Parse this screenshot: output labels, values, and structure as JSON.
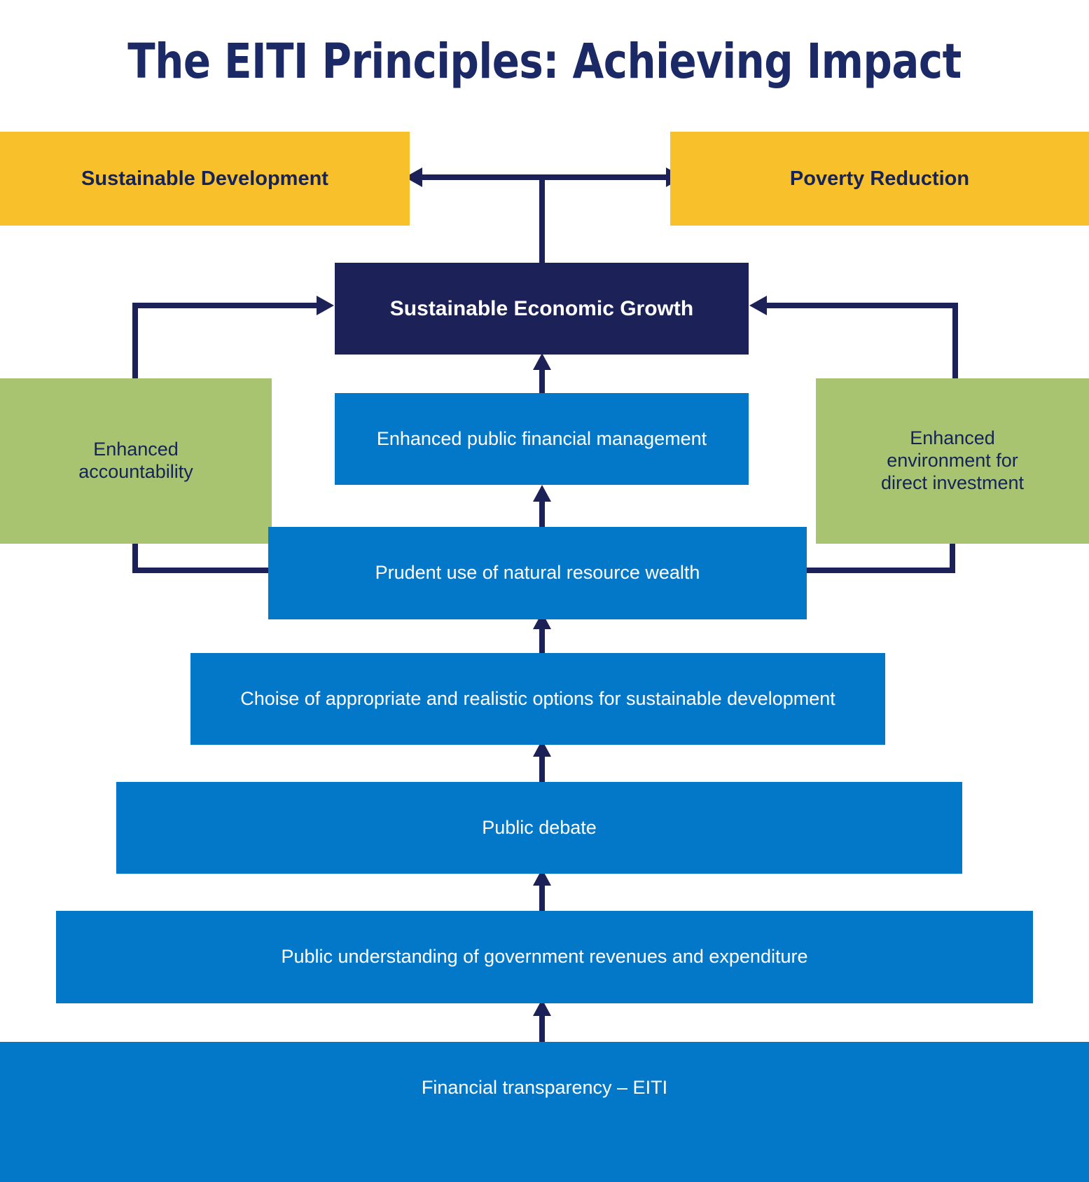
{
  "page": {
    "title": "The EITI Principles: Achieving Impact",
    "background": "#FFFFFF"
  },
  "colors": {
    "navy": "#1C2257",
    "title_navy": "#1B2A66",
    "yellow": "#F8C12C",
    "green": "#A8C470",
    "blue": "#0478C8",
    "white": "#FFFFFF"
  },
  "diagram": {
    "type": "flow-pyramid",
    "outcomes": [
      {
        "id": "sustainable-development",
        "label": "Sustainable Development",
        "color": "#F8C12C",
        "text_color": "#152358"
      },
      {
        "id": "poverty-reduction",
        "label": "Poverty Reduction",
        "color": "#F8C12C",
        "text_color": "#152358"
      }
    ],
    "apex": {
      "id": "sustainable-economic-growth",
      "label": "Sustainable Economic Growth",
      "color": "#1C2257",
      "text_color": "#FFFFFF"
    },
    "side_nodes": [
      {
        "id": "enhanced-accountability",
        "label": "Enhanced accountability",
        "color": "#A8C470",
        "text_color": "#152358",
        "side": "left"
      },
      {
        "id": "enhanced-environment-for-direct-investment",
        "label": "Enhanced environment for direct investment",
        "color": "#A8C470",
        "text_color": "#152358",
        "side": "right"
      }
    ],
    "levels": [
      {
        "id": "public-financial-management",
        "label": "Enhanced public financial management",
        "color": "#0478C8",
        "text_color": "#FFFFFF",
        "rank": 1
      },
      {
        "id": "prudent-use",
        "label": "Prudent use of natural resource wealth",
        "color": "#0478C8",
        "text_color": "#FFFFFF",
        "rank": 2
      },
      {
        "id": "choise-options",
        "label": "Choise of appropriate and realistic options for sustainable development",
        "color": "#0478C8",
        "text_color": "#FFFFFF",
        "rank": 3
      },
      {
        "id": "public-debate",
        "label": "Public debate",
        "color": "#0478C8",
        "text_color": "#FFFFFF",
        "rank": 4
      },
      {
        "id": "public-understanding",
        "label": "Public understanding of government revenues and expenditure",
        "color": "#0478C8",
        "text_color": "#FFFFFF",
        "rank": 5
      },
      {
        "id": "financial-transparency",
        "label": "Financial transparency – EITI",
        "color": "#0478C8",
        "text_color": "#FFFFFF",
        "rank": 6
      }
    ],
    "connectors": [
      {
        "id": "growth-to-outcomes",
        "from": "sustainable-economic-growth",
        "to": [
          "sustainable-development",
          "poverty-reduction"
        ],
        "style": "double-headed-horizontal-with-stem"
      },
      {
        "id": "pfm-to-growth",
        "from": "public-financial-management",
        "to": "sustainable-economic-growth",
        "style": "arrow-up"
      },
      {
        "id": "prudent-to-pfm",
        "from": "prudent-use",
        "to": "public-financial-management",
        "style": "arrow-up"
      },
      {
        "id": "prudent-to-accountability",
        "from": "prudent-use",
        "to": "enhanced-accountability",
        "style": "elbow-left-up"
      },
      {
        "id": "prudent-to-environment",
        "from": "prudent-use",
        "to": "enhanced-environment-for-direct-investment",
        "style": "elbow-right-up"
      },
      {
        "id": "accountability-to-growth",
        "from": "enhanced-accountability",
        "to": "sustainable-economic-growth",
        "style": "elbow-up-right"
      },
      {
        "id": "environment-to-growth",
        "from": "enhanced-environment-for-direct-investment",
        "to": "sustainable-economic-growth",
        "style": "elbow-up-left"
      },
      {
        "id": "choise-to-prudent",
        "from": "choise-options",
        "to": "prudent-use",
        "style": "arrow-up"
      },
      {
        "id": "debate-to-choise",
        "from": "public-debate",
        "to": "choise-options",
        "style": "arrow-up"
      },
      {
        "id": "understanding-to-debate",
        "from": "public-understanding",
        "to": "public-debate",
        "style": "arrow-up"
      },
      {
        "id": "transparency-to-understanding",
        "from": "financial-transparency",
        "to": "public-understanding",
        "style": "arrow-up"
      }
    ]
  }
}
